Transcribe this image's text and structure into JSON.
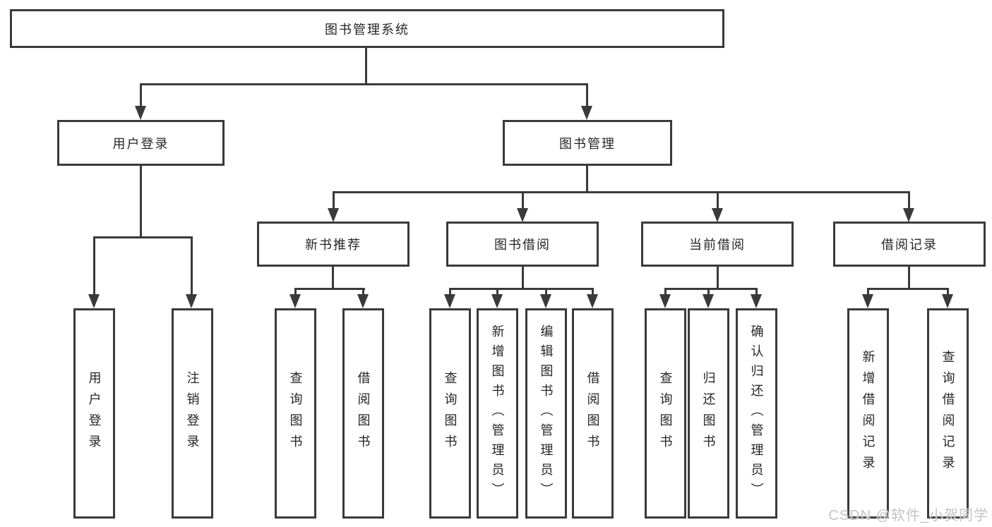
{
  "diagram": {
    "type": "tree",
    "nodes": {
      "root": {
        "label": "图书管理系统"
      },
      "level2": [
        {
          "label": "用户登录",
          "parent": "图书管理系统"
        },
        {
          "label": "图书管理",
          "parent": "图书管理系统"
        }
      ],
      "level3": [
        {
          "label": "新书推荐",
          "parent": "图书管理"
        },
        {
          "label": "图书借阅",
          "parent": "图书管理"
        },
        {
          "label": "当前借阅",
          "parent": "图书管理"
        },
        {
          "label": "借阅记录",
          "parent": "图书管理"
        }
      ],
      "leaves": [
        {
          "label": "用户登录",
          "parent": "用户登录"
        },
        {
          "label": "注销登录",
          "parent": "用户登录"
        },
        {
          "label": "查询图书",
          "parent": "新书推荐"
        },
        {
          "label": "借阅图书",
          "parent": "新书推荐"
        },
        {
          "label": "查询图书",
          "parent": "图书借阅"
        },
        {
          "label": "新增图书（管理员）",
          "parent": "图书借阅"
        },
        {
          "label": "编辑图书（管理员）",
          "parent": "图书借阅"
        },
        {
          "label": "借阅图书",
          "parent": "图书借阅"
        },
        {
          "label": "查询图书",
          "parent": "当前借阅"
        },
        {
          "label": "归还图书",
          "parent": "当前借阅"
        },
        {
          "label": "确认归还（管理员）",
          "parent": "当前借阅"
        },
        {
          "label": "新增借阅记录",
          "parent": "借阅记录"
        },
        {
          "label": "查询借阅记录",
          "parent": "借阅记录"
        }
      ]
    },
    "colors": {
      "line": "#3a3a3a",
      "text": "#262626",
      "background": "#ffffff",
      "watermark_text": "#c4c4c4"
    }
  },
  "watermark": "CSDN @软件_小贺同学"
}
